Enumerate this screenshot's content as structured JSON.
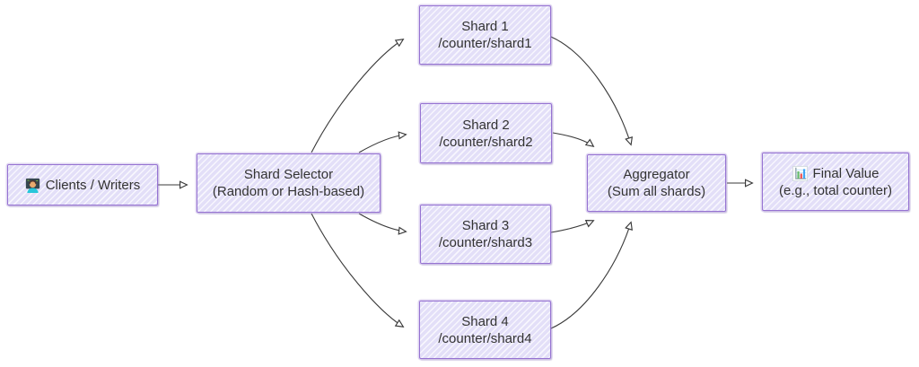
{
  "diagram": {
    "colors": {
      "background": "#ffffff",
      "node_fill": "#e3dff8",
      "node_border": "#9673d2",
      "text": "#333333",
      "arrow": "#3a3a3a"
    },
    "nodes": {
      "clients": {
        "icon": "technologist-icon",
        "label": "Clients / Writers"
      },
      "selector": {
        "line1": "Shard Selector",
        "line2": "(Random or Hash-based)"
      },
      "shard1": {
        "line1": "Shard 1",
        "line2": "/counter/shard1"
      },
      "shard2": {
        "line1": "Shard 2",
        "line2": "/counter/shard2"
      },
      "shard3": {
        "line1": "Shard 3",
        "line2": "/counter/shard3"
      },
      "shard4": {
        "line1": "Shard 4",
        "line2": "/counter/shard4"
      },
      "aggregator": {
        "line1": "Aggregator",
        "line2": "(Sum all shards)"
      },
      "final": {
        "icon": "bar-chart-icon",
        "line1": "Final Value",
        "line2": "(e.g., total counter)"
      }
    },
    "edges": [
      {
        "from": "clients",
        "to": "selector"
      },
      {
        "from": "selector",
        "to": "shard1"
      },
      {
        "from": "selector",
        "to": "shard2"
      },
      {
        "from": "selector",
        "to": "shard3"
      },
      {
        "from": "selector",
        "to": "shard4"
      },
      {
        "from": "shard1",
        "to": "aggregator"
      },
      {
        "from": "shard2",
        "to": "aggregator"
      },
      {
        "from": "shard3",
        "to": "aggregator"
      },
      {
        "from": "shard4",
        "to": "aggregator"
      },
      {
        "from": "aggregator",
        "to": "final"
      }
    ]
  }
}
